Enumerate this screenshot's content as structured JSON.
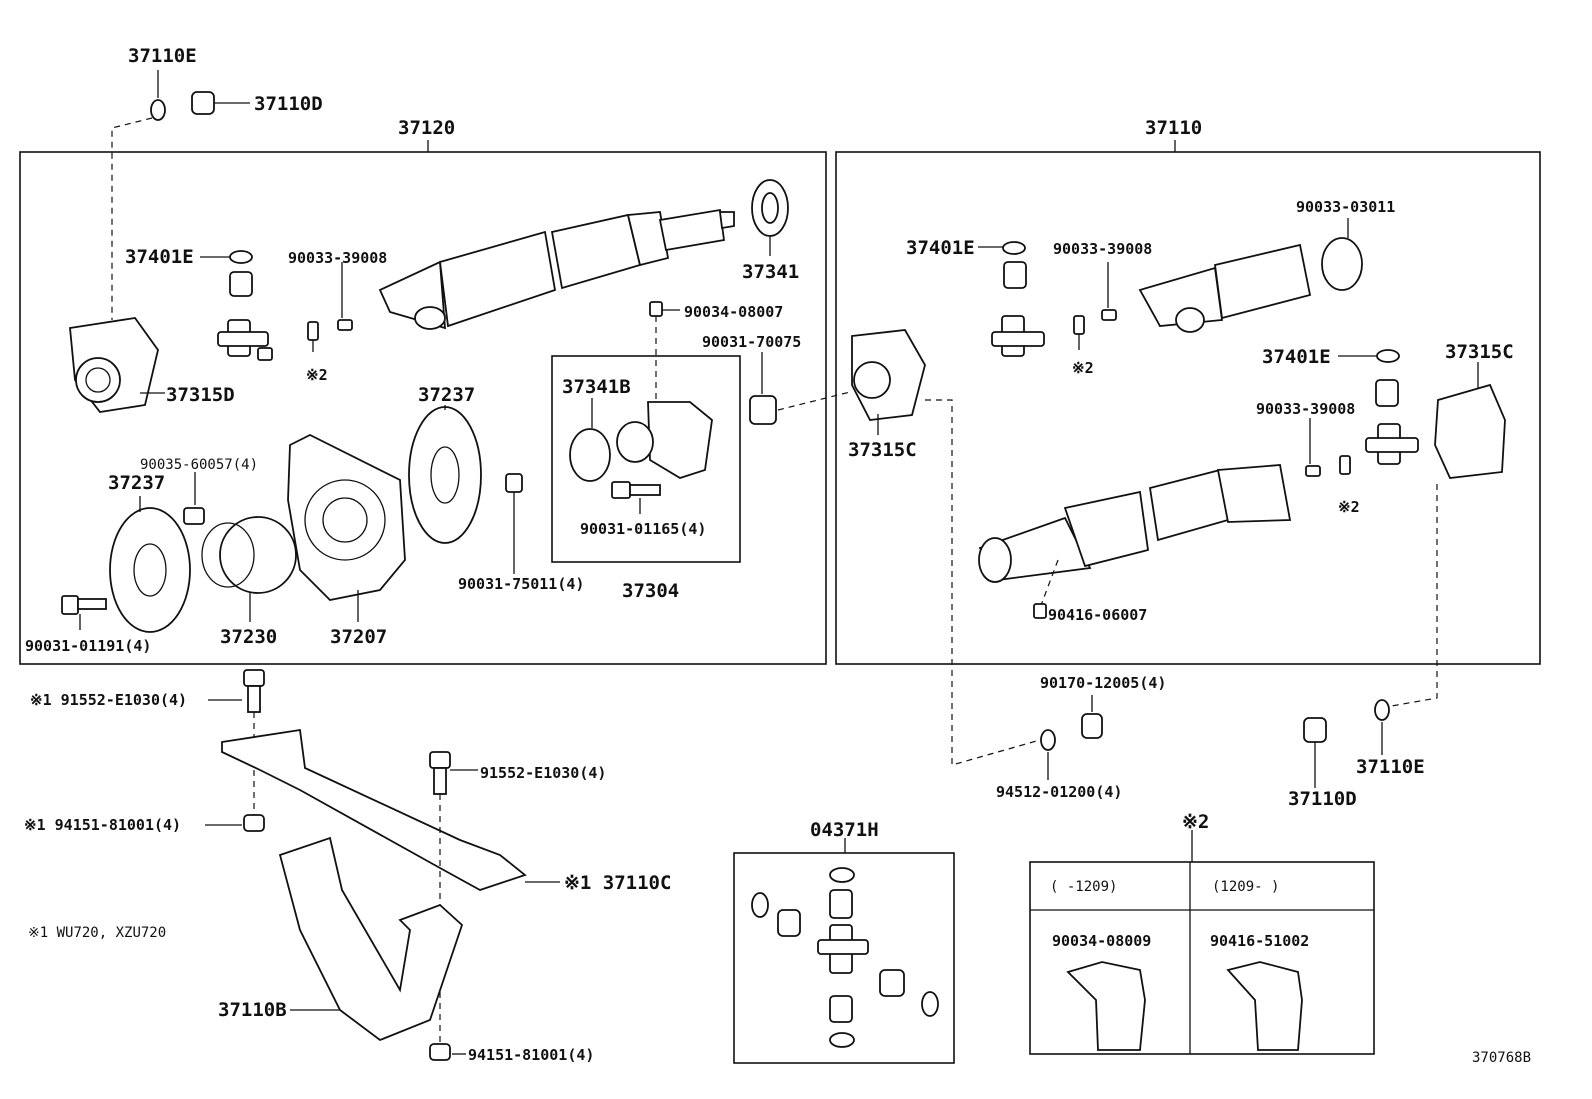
{
  "diagram_code": "370768B",
  "labels": {
    "p37110E_top": "37110E",
    "p37110D_top": "37110D",
    "p37120": "37120",
    "p37110": "37110",
    "p37401E_l": "37401E",
    "p90033_39008_l": "90033-39008",
    "p37341": "37341",
    "p90034_08007": "90034-08007",
    "p90031_70075": "90031-70075",
    "ref2_a": "※2",
    "p37315D": "37315D",
    "p37237_a": "37237",
    "p90035_60057": "90035-60057(4)",
    "p37237_b": "37237",
    "p37341B": "37341B",
    "p90031_01165": "90031-01165(4)",
    "p37304": "37304",
    "p90031_75011": "90031-75011(4)",
    "p90031_01191": "90031-01191(4)",
    "p37230": "37230",
    "p37207": "37207",
    "p37401E_r1": "37401E",
    "p90033_39008_r1": "90033-39008",
    "p90033_03011": "90033-03011",
    "ref2_b": "※2",
    "p37401E_r2": "37401E",
    "p37315C_r": "37315C",
    "p37315C_m": "37315C",
    "p90033_39008_r2": "90033-39008",
    "ref2_c": "※2",
    "p90416_06007": "90416-06007",
    "p91552_l": "※1 91552-E1030(4)",
    "p91552_r": "91552-E1030(4)",
    "p94151_l": "※1 94151-81001(4)",
    "p37110C": "※1 37110C",
    "note1": "※1 WU720, XZU720",
    "p37110B": "37110B",
    "p94151_b": "94151-81001(4)",
    "p04371H": "04371H",
    "p90170": "90170-12005(4)",
    "p94512": "94512-01200(4)",
    "p37110D_r": "37110D",
    "p37110E_r": "37110E",
    "ref2_head": "※2"
  },
  "ref2_table": {
    "col1_range": "(     -1209)",
    "col2_range": "(1209-     )",
    "col1_part": "90034-08009",
    "col2_part": "90416-51002"
  }
}
